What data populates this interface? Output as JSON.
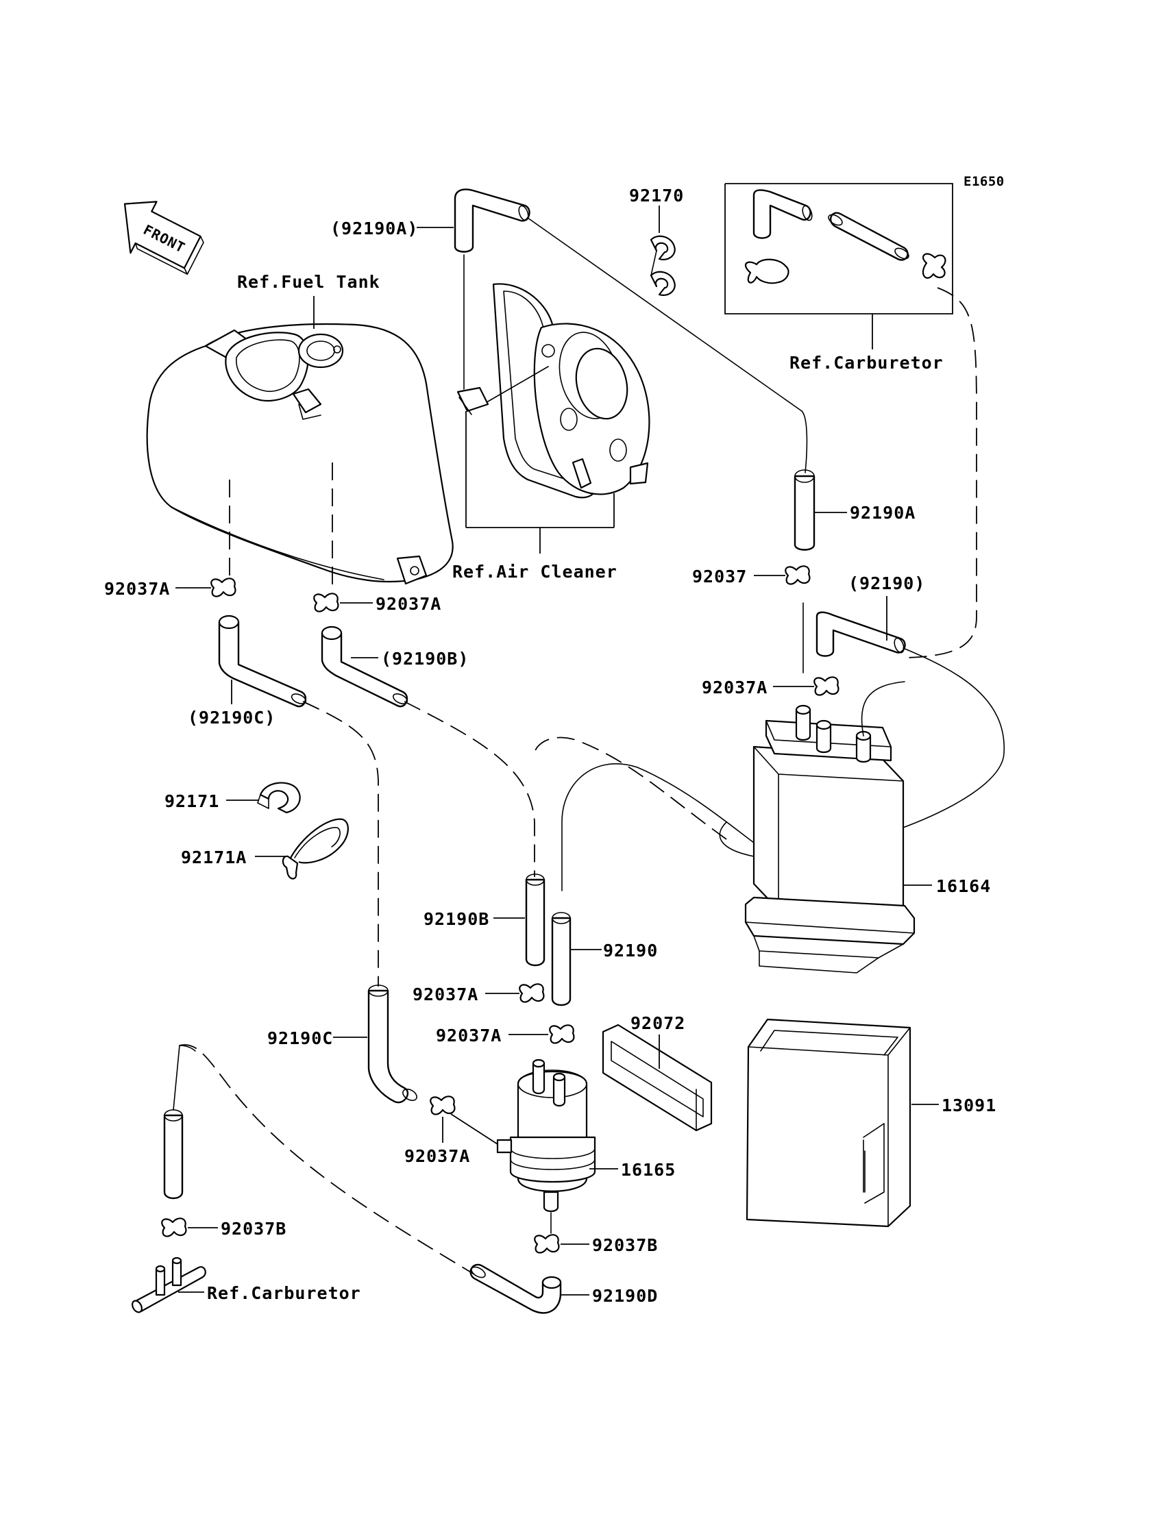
{
  "diagram": {
    "code": "E1650",
    "front": "FRONT",
    "labels": {
      "ref_fuel_tank": "Ref.Fuel Tank",
      "ref_air_cleaner": "Ref.Air Cleaner",
      "ref_carburetor_top": "Ref.Carburetor",
      "ref_carburetor_bottom": "Ref.Carburetor",
      "p92170": "92170",
      "p92190A_paren": "(92190A)",
      "p92190A": "92190A",
      "p92037": "92037",
      "p92190_paren": "(92190)",
      "p92037A_1": "92037A",
      "p92037A_2": "92037A",
      "p92037A_3": "92037A",
      "p92037A_4": "92037A",
      "p92037A_5": "92037A",
      "p92037A_6": "92037A",
      "p92190B_paren": "(92190B)",
      "p92190C_paren": "(92190C)",
      "p92171": "92171",
      "p92171A": "92171A",
      "p92190B": "92190B",
      "p92190": "92190",
      "p16164": "16164",
      "p92072": "92072",
      "p92190C": "92190C",
      "p13091": "13091",
      "p16165": "16165",
      "p92037B_1": "92037B",
      "p92037B_2": "92037B",
      "p92190D": "92190D"
    }
  }
}
